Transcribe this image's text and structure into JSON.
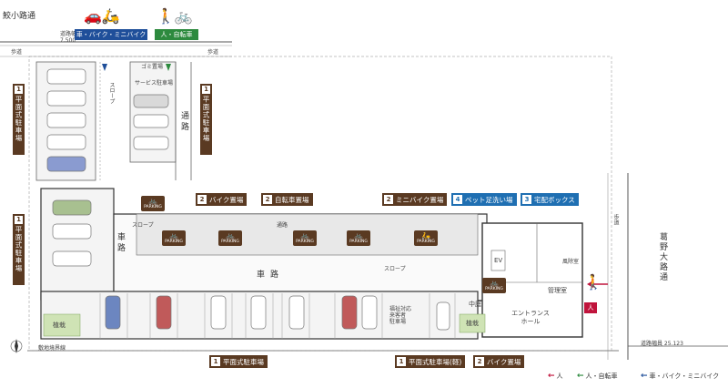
{
  "roads": {
    "north": "鮫小路通",
    "north_width": "道路幅員\n7.500",
    "east_road_v": "葛野大路通",
    "east_width": "道路幅員 25.123",
    "sidewalk_left": "歩道",
    "sidewalk_right": "歩道",
    "sidewalk_east": "歩道"
  },
  "entrances": {
    "car": "車・バイク・ミニバイク",
    "person_bicycle": "人・自転車",
    "person_marker": "人"
  },
  "tags": {
    "parking_1_top_left": {
      "num": "1",
      "label": "平面式駐車場"
    },
    "parking_1_top_right": {
      "num": "1",
      "label": "平面式駐車場"
    },
    "parking_1_mid_left": {
      "num": "1",
      "label": "平面式駐車場"
    },
    "bike": {
      "num": "2",
      "label": "バイク置場"
    },
    "bicycle": {
      "num": "2",
      "label": "自転車置場"
    },
    "minibike": {
      "num": "2",
      "label": "ミニバイク置場"
    },
    "pet": {
      "num": "4",
      "label": "ペット足洗い場"
    },
    "delivery": {
      "num": "3",
      "label": "宅配ボックス"
    },
    "parking_bottom": {
      "num": "1",
      "label": "平面式駐車場"
    },
    "parking_light": {
      "num": "1",
      "label": "平面式駐車場(軽)"
    },
    "bike_bottom": {
      "num": "2",
      "label": "バイク置場"
    }
  },
  "labels": {
    "drive_v": "通路",
    "drive_left": "車路",
    "drive_center": "車路",
    "walkway": "通路",
    "entrance_hall": "エントランスホール",
    "management": "管理室",
    "courtyard": "中庭",
    "green_left": "植栽",
    "green_bottom": "植栽",
    "service_parking": "サービス駐車場",
    "trash": "ゴミ置場",
    "wellfare": "福祉対応\n来客者\n駐車場",
    "slope": "スロープ",
    "slope2": "スロープ",
    "slope3": "スロープ",
    "ev": "EV",
    "wind": "風除室",
    "site_line": "敷地境界線"
  },
  "parking_icon_text": "PARKING",
  "legend": {
    "person": "人",
    "person_bicycle": "人・自転車",
    "car": "車・バイク・ミニバイク"
  },
  "colors": {
    "tag_brown": "#5a3a22",
    "tag_blue": "#1f6fb2",
    "person_arrow": "#c0143c",
    "bicycle_arrow": "#2d8a3e",
    "car_arrow": "#1f4f9a",
    "green_area": "#cfe3b5"
  }
}
